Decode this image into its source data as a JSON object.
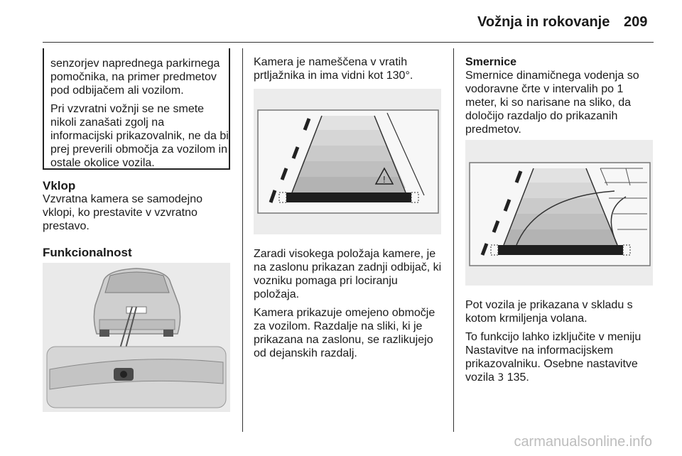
{
  "header": {
    "title": "Vožnja in rokovanje",
    "page": "209"
  },
  "col1": {
    "warning": [
      "senzorjev naprednega parkirnega pomočnika, na primer predmetov pod odbijačem ali vozilom.",
      "Pri vzvratni vožnji se ne smete nikoli zanašati zgolj na informacijski prikazovalnik, ne da bi prej preverili območja za vozilom in ostale okolice vozila."
    ],
    "h_vklop": "Vklop",
    "vklop_text": "Vzvratna kamera se samodejno vklopi, ko prestavite v vzvratno prestavo.",
    "h_funk": "Funkcionalnost"
  },
  "col2": {
    "p1": "Kamera je nameščena v vratih prtljažnika in ima vidni kot 130°.",
    "p2": "Zaradi visokega položaja kamere, je na zaslonu prikazan zadnji odbijač, ki vozniku pomaga pri lociranju položaja.",
    "p3": "Kamera prikazuje omejeno območje za vozilom. Razdalje na sliki, ki je prikazana na zaslonu, se razlikujejo od dejanskih razdalj."
  },
  "col3": {
    "h_smernice": "Smernice",
    "p1": "Smernice dinamičnega vodenja so vodoravne črte v intervalih po 1 meter, ki so narisane na sliko, da določijo razdaljo do prikazanih predmetov.",
    "p2": "Pot vozila je prikazana v skladu s kotom krmiljenja volana.",
    "p3a": "To funkcijo lahko izključite v meniju Nastavitve na informacijskem prikazovalniku. Osebne nastavitve vozila ",
    "arrow": "3",
    "p3b": " 135."
  },
  "footer": "carmanualsonline.info"
}
